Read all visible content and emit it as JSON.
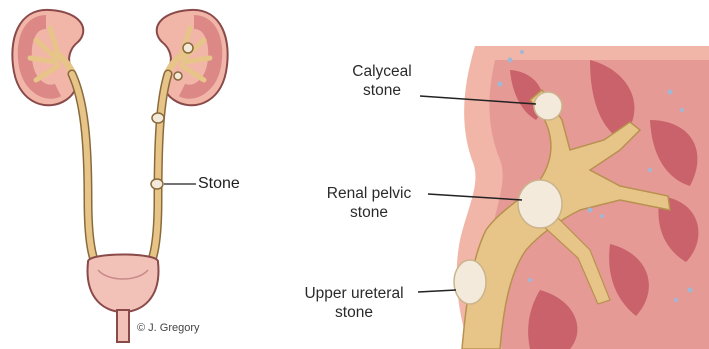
{
  "left_diagram": {
    "stone_label": "Stone",
    "credit": "© J. Gregory"
  },
  "right_diagram": {
    "calyceal_label_line1": "Calyceal",
    "calyceal_label_line2": "stone",
    "renal_pelvic_label_line1": "Renal pelvic",
    "renal_pelvic_label_line2": "stone",
    "upper_ureteral_label_line1": "Upper ureteral",
    "upper_ureteral_label_line2": "stone"
  },
  "colors": {
    "kidney_red": "#c9626a",
    "kidney_pink": "#f1b6a8",
    "collecting_tan": "#e7c589",
    "stone": "#f3eadb",
    "bladder_pink": "#f2c2b8"
  }
}
